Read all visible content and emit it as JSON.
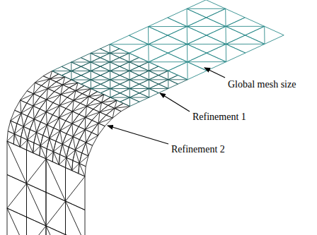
{
  "diagram": {
    "labels": [
      "Global mesh size",
      "Refinement 1",
      "Refinement 2"
    ]
  }
}
